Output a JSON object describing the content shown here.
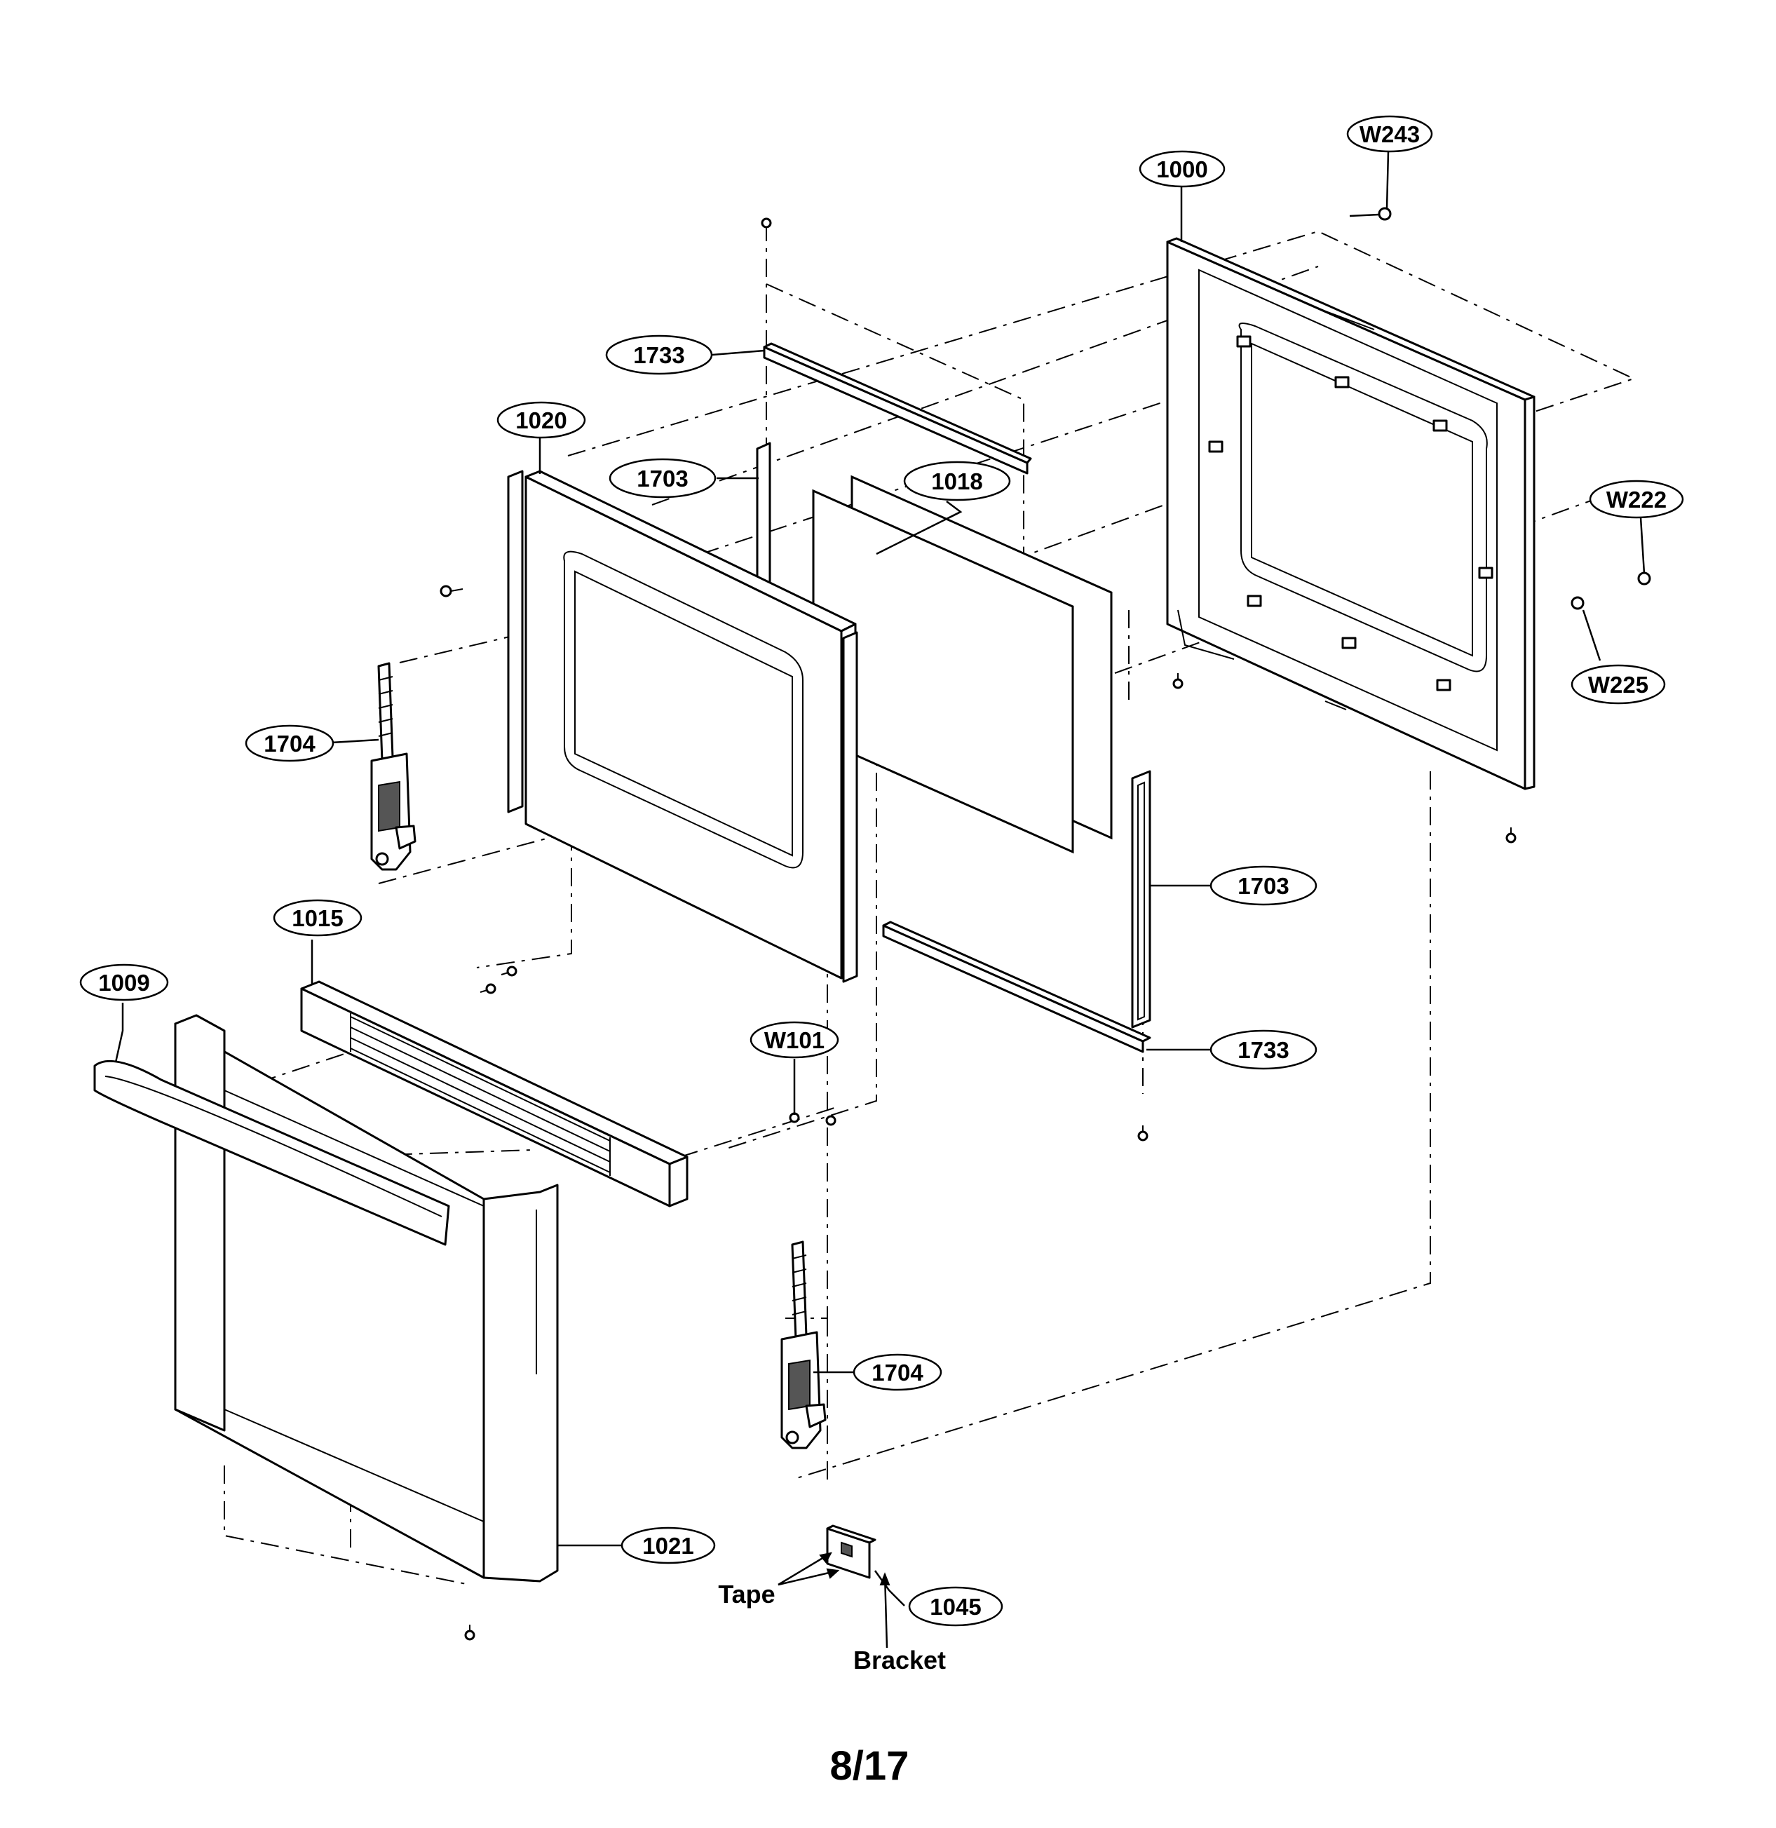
{
  "part_labels": {
    "p1000": "1000",
    "w243": "W243",
    "p1733_top": "1733",
    "p1020": "1020",
    "p1703_top": "1703",
    "p1018": "1018",
    "w222": "W222",
    "w225": "W225",
    "p1704_left": "1704",
    "p1703_right": "1703",
    "p1015": "1015",
    "p1009": "1009",
    "w101": "W101",
    "p1733_bottom": "1733",
    "p1704_bottom": "1704",
    "p1021": "1021",
    "p1045": "1045"
  },
  "annotations": {
    "tape": "Tape",
    "bracket": "Bracket"
  },
  "page_number": "8/17"
}
